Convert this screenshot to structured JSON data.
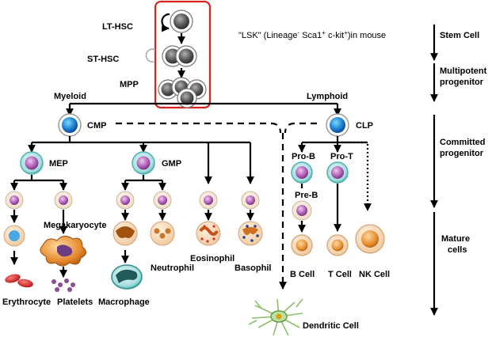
{
  "colors": {
    "box_border": "#d9241c",
    "arrow": "#000000"
  },
  "stem": {
    "lt_hsc": "LT-HSC",
    "st_hsc": "ST-HSC",
    "mpp": "MPP"
  },
  "lsk_note": {
    "prefix": "\"LSK\" (Lineage",
    "sup1": "-",
    "mid": " Sca1",
    "sup2": "+",
    "mid2": " c-kit",
    "sup3": "+",
    "suffix": ")in mouse"
  },
  "branches": {
    "myeloid": "Myeloid",
    "lymphoid": "Lymphoid"
  },
  "progenitors": {
    "cmp": "CMP",
    "clp": "CLP",
    "mep": "MEP",
    "gmp": "GMP",
    "pro_b": "Pro-B",
    "pro_t": "Pro-T",
    "pre_b": "Pre-B"
  },
  "mature": {
    "megakaryocyte": "Megakaryocyte",
    "erythrocyte": "Erythrocyte",
    "platelets": "Platelets",
    "macrophage": "Macrophage",
    "neutrophil": "Neutrophil",
    "eosinophil": "Eosinophil",
    "basophil": "Basophil",
    "b_cell": "B Cell",
    "t_cell": "T Cell",
    "nk_cell": "NK Cell",
    "dendritic_cell": "Dendritic  Cell"
  },
  "stages": {
    "stem_cell": "Stem Cell",
    "multipotent_line1": "Multipotent",
    "multipotent_line2": "progenitor",
    "committed_line1": "Committed",
    "committed_line2": "progenitor",
    "mature_line1": "Mature",
    "mature_line2": "cells"
  }
}
